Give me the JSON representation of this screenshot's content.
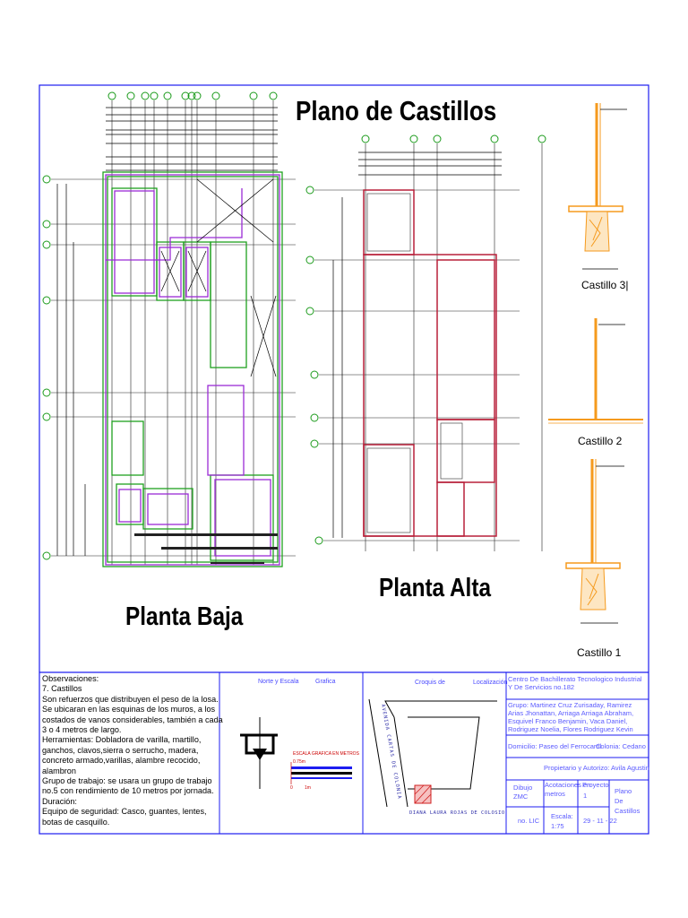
{
  "titles": {
    "main": "Plano de Castillos",
    "planta_alta": "Planta Alta",
    "planta_baja": "Planta Baja"
  },
  "details": {
    "castillo3": "Castillo 3|",
    "castillo2": "Castillo 2",
    "castillo1": "Castillo 1"
  },
  "observations": {
    "heading": "Observaciones:",
    "item": "7. Castillos",
    "description": "Son refuerzos que distribuyen el peso de la losa. Se ubicaran en las esquinas de los muros, a los costados de vanos considerables, también a cada 3 o 4 metros de largo.",
    "tools": "Herramientas: Dobladora de varilla, martillo, ganchos, clavos,sierra o serrucho, madera, concreto armado,varillas, alambre recocido, alambron",
    "crew": "Grupo de trabajo: se usara un grupo de trabajo no.5 con rendimiento de 10 metros por jornada.",
    "duration": "Duración:",
    "safety": "Equipo de seguridad: Casco, guantes, lentes, botas de casquillo."
  },
  "north": {
    "label": "Norte y Escala",
    "grafica": "Grafica",
    "scale_title": "ESCALA GRAFICA EN METROS",
    "scale_top": "0.75m",
    "scale_zero": "0",
    "scale_one": "1m"
  },
  "croquis": {
    "label": "Croquis de",
    "localizacion": "Localización",
    "street_left": "AVENIDA CARTAS DE COLONIA",
    "street_bottom": "DIANA LAURA ROJAS DE COLOSIO"
  },
  "block": {
    "school": "Centro De Bachillerato Tecnologico Industrial Y De Servicios no.182",
    "group": "Grupo: Martinez Cruz Zurisaday, Ramirez Arias Jhonattan, Arriaga Arriaga Abraham, Esquivel Franco Benjamin, Vaca Daniel, Rodriguez Noelia, Flores Rodriguez Kevin",
    "domicilio": "Domicilio: Paseo del Ferrocarril",
    "colonia": "Colonia: Cedano",
    "owner": "Propietario y Autorizo: Avila Agustin",
    "dibujo_label": "Dibujo",
    "dibujo_value": "ZMC",
    "acot_label": "Acotaciones en",
    "acot_value": "metros",
    "proyecto_label": "Proyecto",
    "proyecto_value": "1",
    "plano_label": "Plano",
    "plano_value": "De",
    "plano_value2": "Castillos",
    "nolic": "no. LIC",
    "escala_label": "Escala:",
    "escala_value": "1:75",
    "fecha": "29 - 11 - 22"
  },
  "colors": {
    "frame": "#1d1df0",
    "wall_green": "#1fa01f",
    "wall_purple": "#9a2bd6",
    "wall_red": "#b8203a",
    "orange": "#f59a1d"
  }
}
